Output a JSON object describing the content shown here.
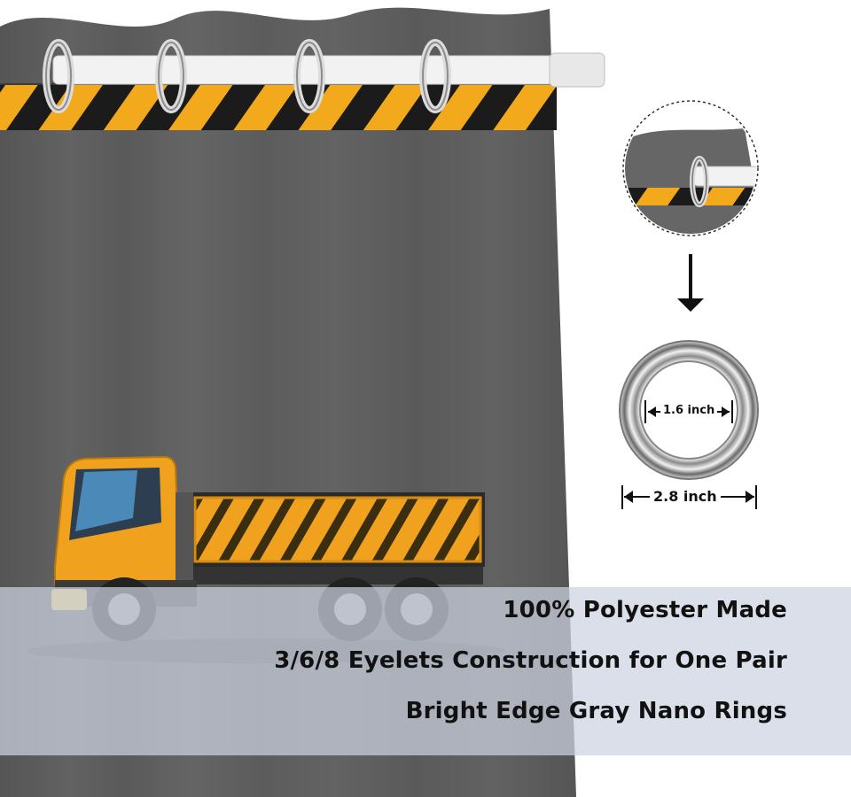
{
  "specs": {
    "line1": "100% Polyester Made",
    "line2": "3/6/8 Eyelets Construction for One Pair",
    "line3": "Bright Edge Gray Nano Rings"
  },
  "dimensions": {
    "inner": "1.6 inch",
    "outer": "2.8 inch"
  },
  "icons": [
    "curtain-panel",
    "curtain-rod",
    "hazard-stripe",
    "dump-truck",
    "grommet-detail",
    "down-arrow-icon",
    "grommet-ring"
  ],
  "colors": {
    "curtain": "#5e5e5e",
    "hazard_yellow": "#f2a91c",
    "hazard_black": "#1b1b1b",
    "truck_cab": "#f0a21e",
    "band": "#ccd2e0"
  }
}
